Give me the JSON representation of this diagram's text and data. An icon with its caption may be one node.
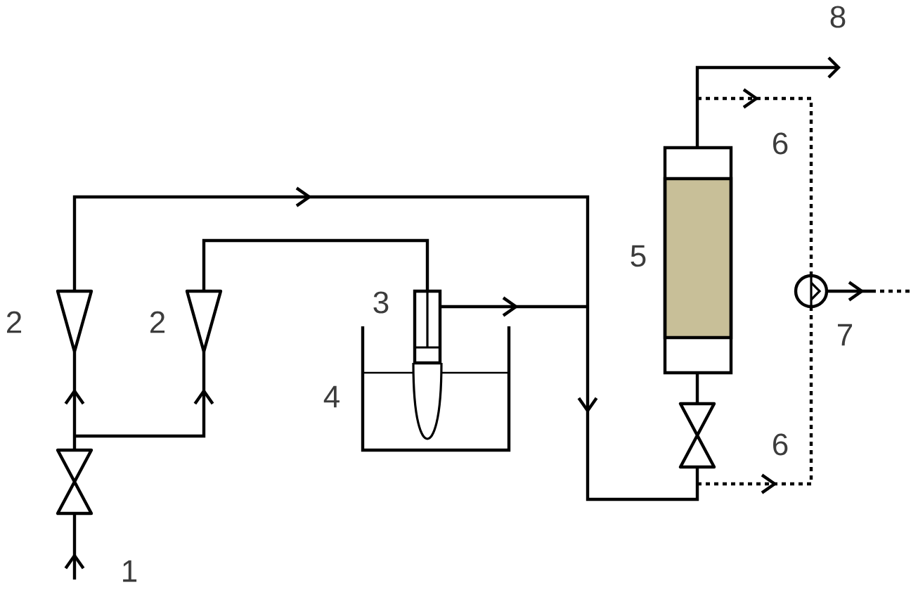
{
  "diagram": {
    "labels": [
      "8",
      "6",
      "5",
      "3",
      "2",
      "2",
      "7",
      "4",
      "6",
      "1"
    ]
  }
}
